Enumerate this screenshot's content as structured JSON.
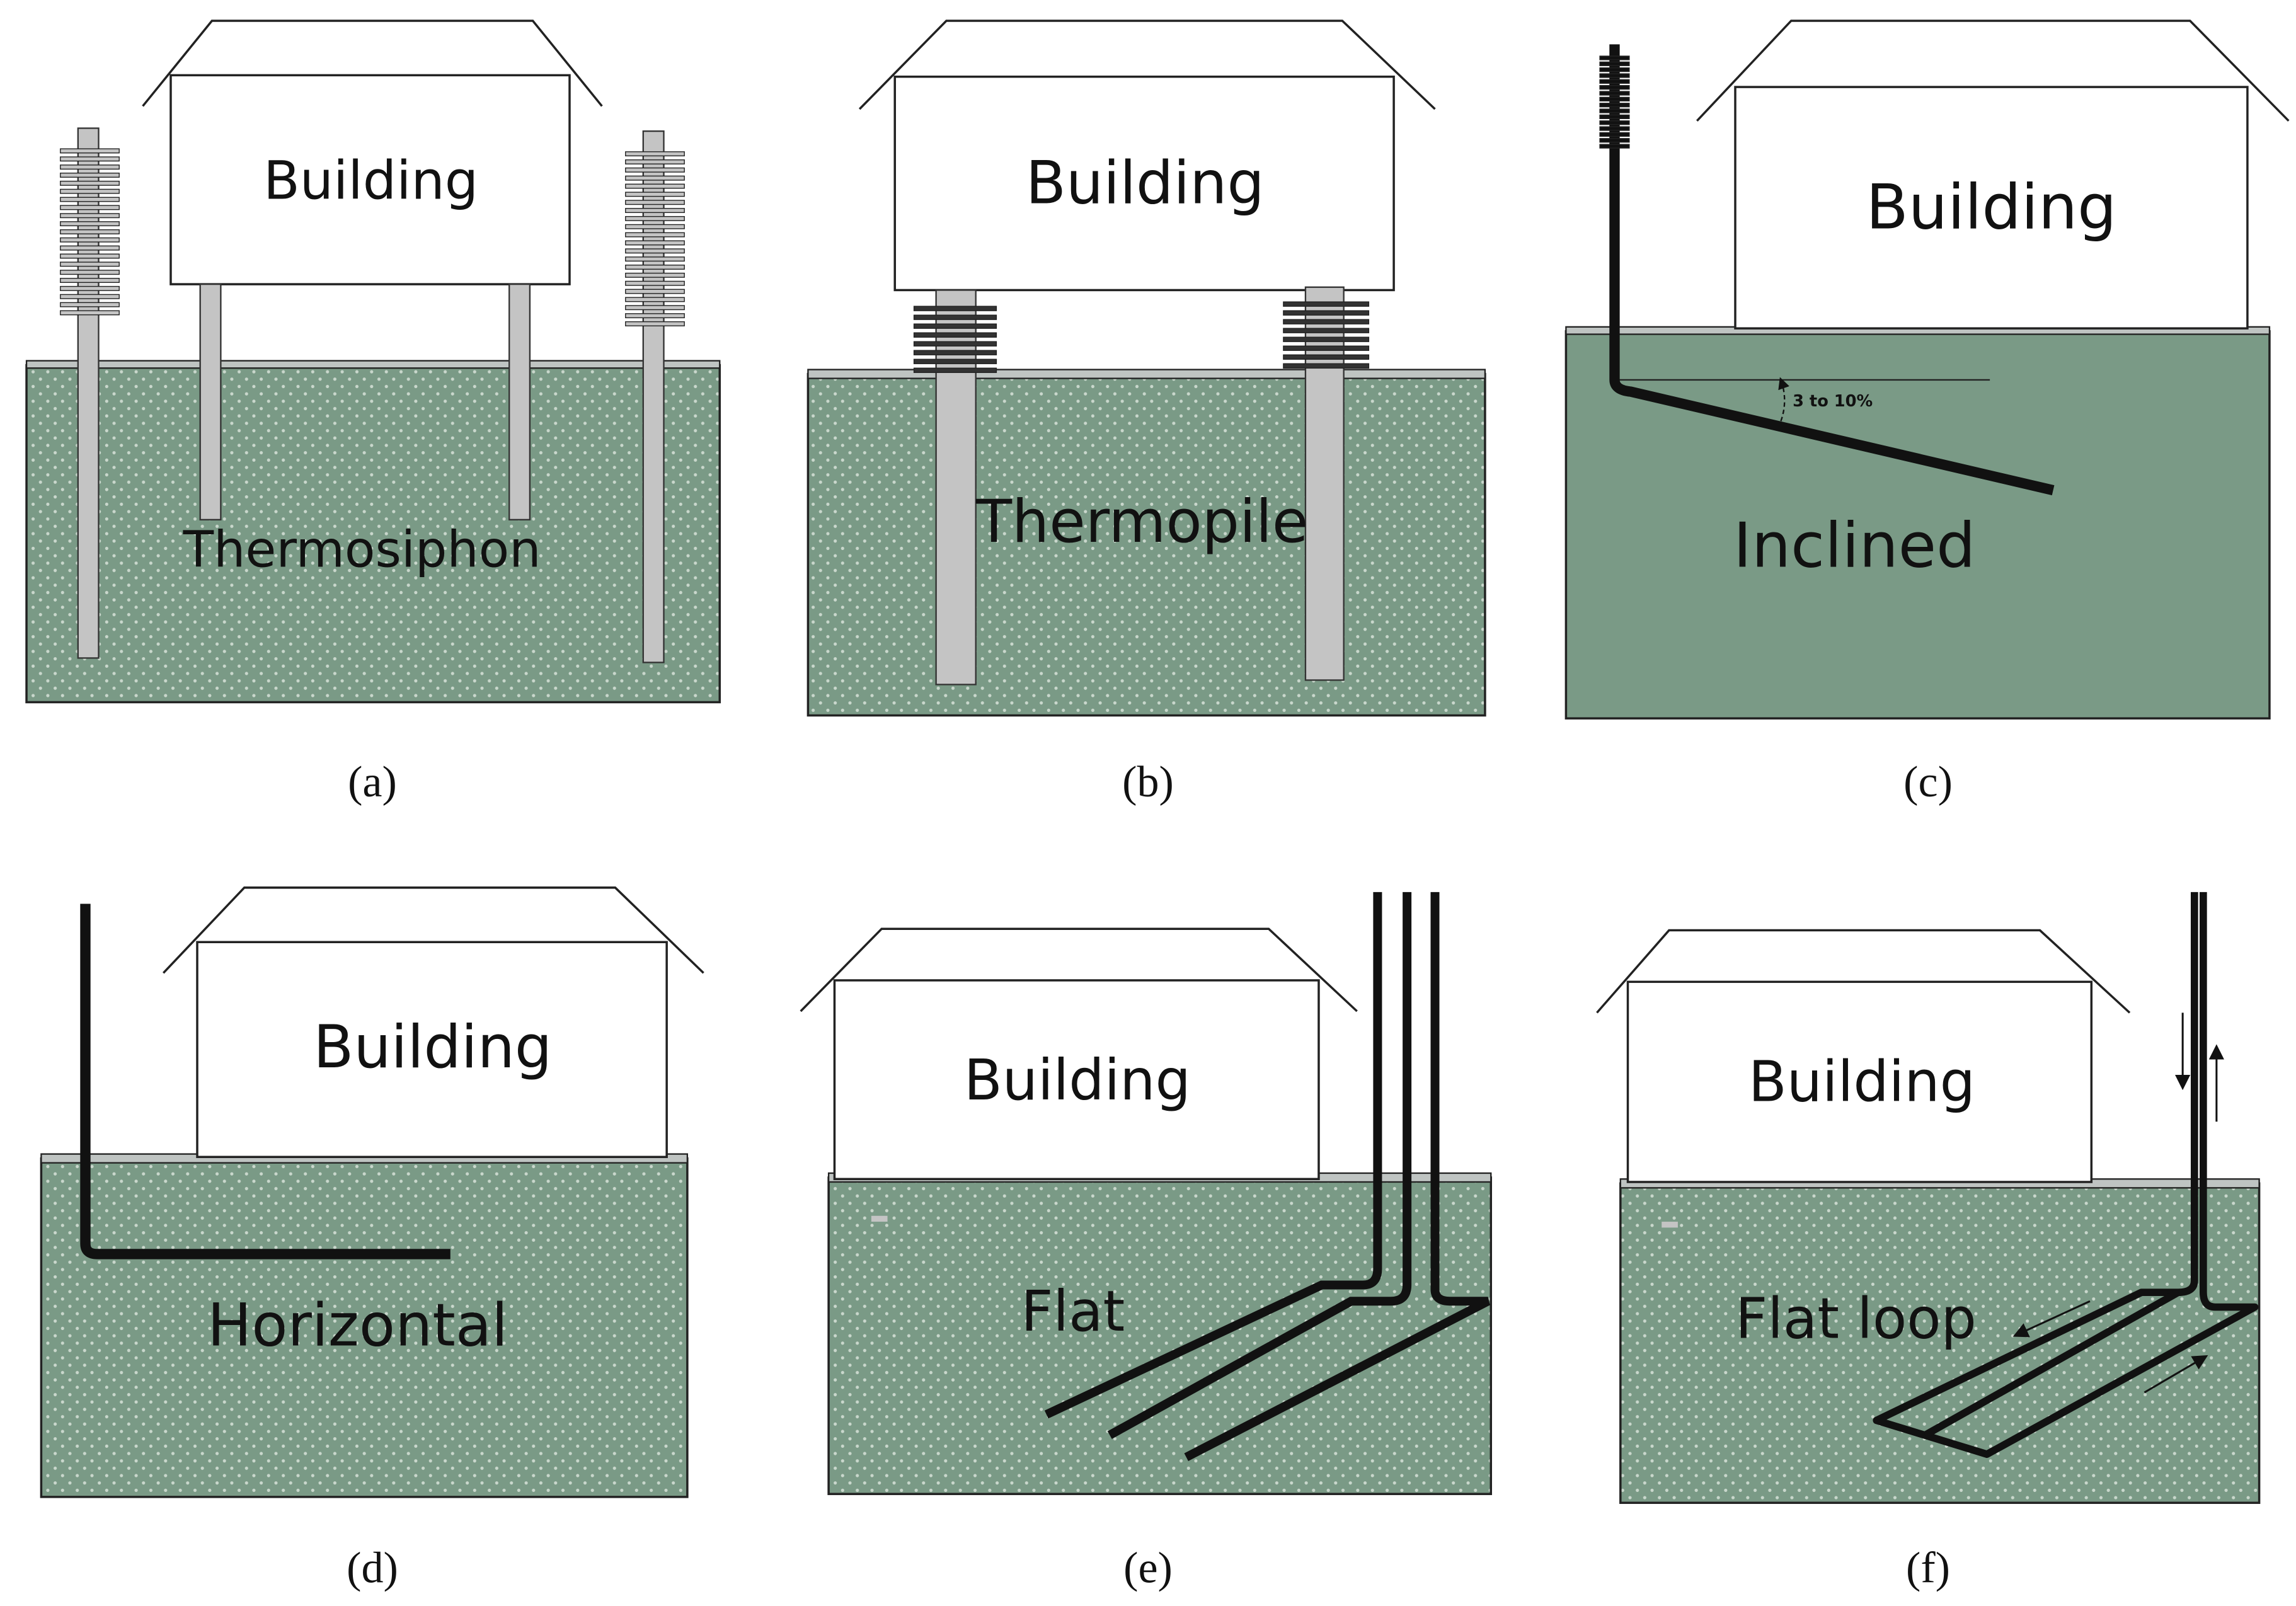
{
  "panels": [
    {
      "id": "a",
      "caption": "(a)",
      "building_label": "Building",
      "label": "Thermosiphon"
    },
    {
      "id": "b",
      "caption": "(b)",
      "building_label": "Building",
      "label": "Thermopile"
    },
    {
      "id": "c",
      "caption": "(c)",
      "building_label": "Building",
      "label": "Inclined",
      "annotation": "3 to 10%"
    },
    {
      "id": "d",
      "caption": "(d)",
      "building_label": "Building",
      "label": "Horizontal"
    },
    {
      "id": "e",
      "caption": "(e)",
      "building_label": "Building",
      "label": "Flat"
    },
    {
      "id": "f",
      "caption": "(f)",
      "building_label": "Building",
      "label": "Flat loop"
    }
  ],
  "colors": {
    "ground": "#7a9a86",
    "ground_dots": "#c9d7cc",
    "surface": "#bfc4c2",
    "pile": "#c4c4c4",
    "pipe": "#111111",
    "outline": "#222222",
    "building": "#ffffff"
  },
  "icons": {
    "fins": "radiator-fins-icon",
    "arrows": "flow-arrow-icon"
  }
}
